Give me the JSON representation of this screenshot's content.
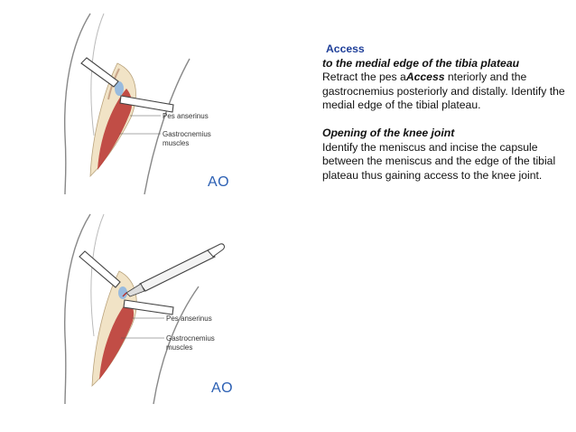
{
  "figure_top": {
    "label_pes": "Pes anserinus",
    "label_gastro_line1": "Gastrocnemius",
    "label_gastro_line2": "muscles",
    "logo": "AO"
  },
  "figure_bottom": {
    "label_pes": "Pes anserinus",
    "label_gastro_line1": "Gastrocnemius",
    "label_gastro_line2": "muscles",
    "logo": "AO"
  },
  "text": {
    "title": "Access",
    "heading1": "to the medial edge of the tibia plateau",
    "para1_part1": "Retract the pes a",
    "para1_inline": "Access",
    "para1_part2": " nteriorly and the gastrocnemius posteriorly and distally. Identify the medial edge of the tibial plateau.",
    "heading2": "Opening of the knee joint",
    "para2": "Identify the meniscus and incise the capsule between the meniscus and the edge of the tibial plateau thus gaining access to the knee joint."
  },
  "colors": {
    "title_blue": "#1f3f99",
    "muscle_red": "#b8322f",
    "logo_blue": "#2b5fb3"
  }
}
